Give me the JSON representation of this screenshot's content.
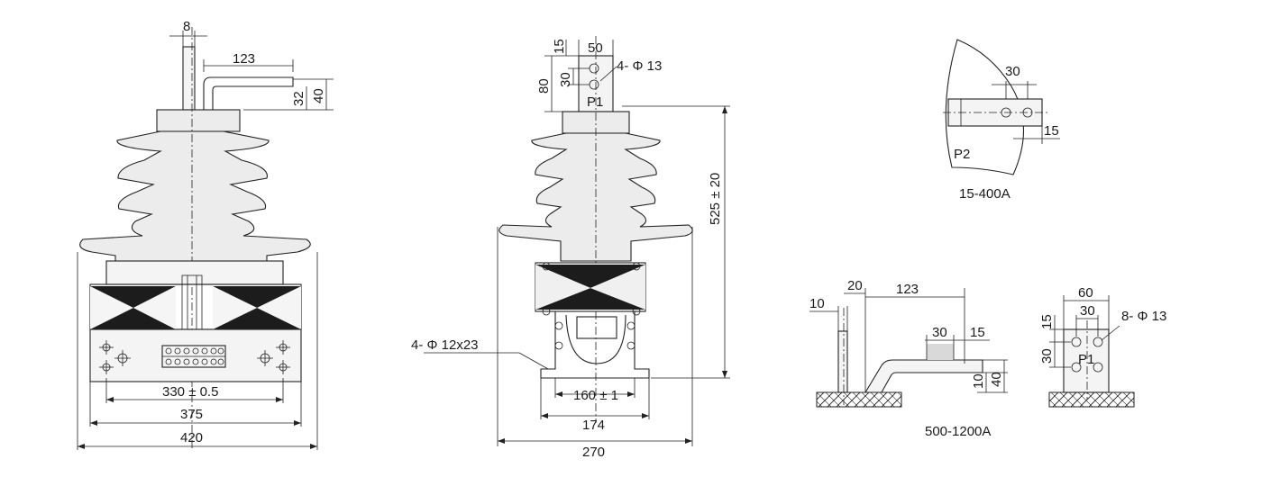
{
  "front_view": {
    "dims": {
      "terminal_width": "8",
      "terminal_length": "123",
      "terminal_h1": "32",
      "terminal_h2": "40",
      "bolt_spacing": "330 ± 0.5",
      "base_inner_width": "375",
      "overall_width": "420"
    }
  },
  "side_view": {
    "dims": {
      "plate_gap": "15",
      "plate_width": "50",
      "hole_spacing": "30",
      "plate_height": "80",
      "holes": "4- Φ 13",
      "terminal_label": "P1",
      "height": "525 ± 20",
      "mount_slots": "4- Φ 12x23",
      "slot_spacing": "160 ± 1",
      "base_width": "174",
      "overall_width": "270"
    }
  },
  "detail_small": {
    "dims": {
      "hole_offset": "30",
      "edge_distance": "15",
      "terminal_label": "P2"
    },
    "caption": "15-400A"
  },
  "detail_large_side": {
    "dims": {
      "left_offset": "10",
      "step": "20",
      "length": "123",
      "pad_width": "30",
      "pad_edge": "15",
      "bar_thickness": "10",
      "bar_height": "40"
    },
    "caption": "500-1200A"
  },
  "detail_large_front": {
    "dims": {
      "plate_width": "60",
      "hole_spacing_x": "30",
      "top_edge": "15",
      "hole_spacing_y": "30",
      "holes": "8- Φ 13",
      "terminal_label": "P1"
    }
  }
}
